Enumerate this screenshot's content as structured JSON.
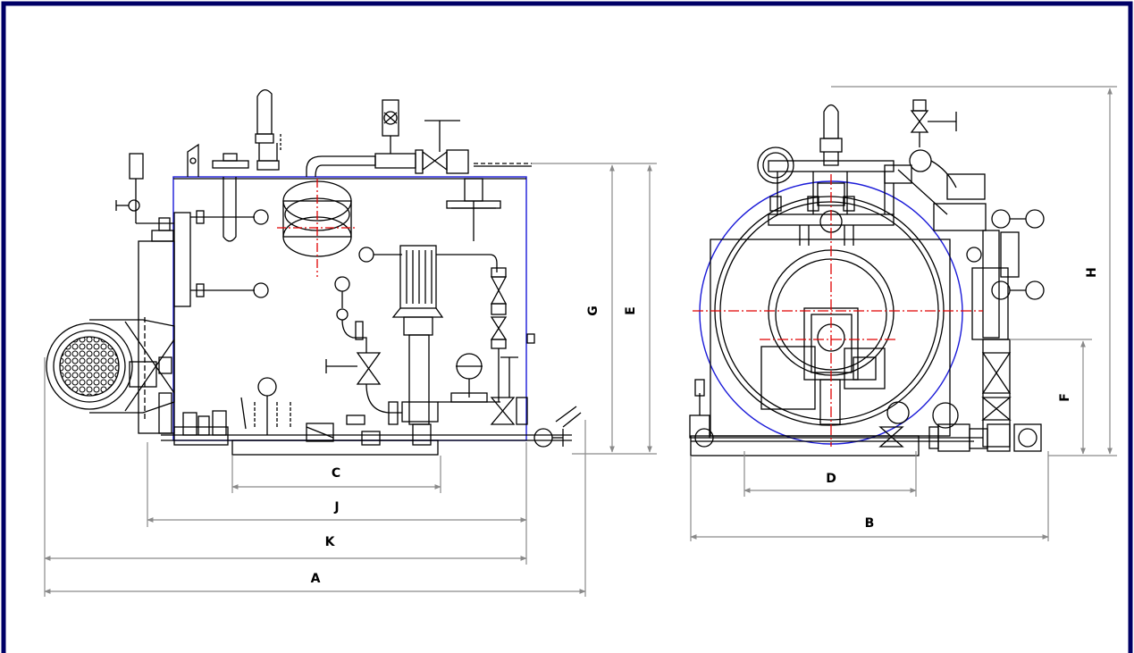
{
  "colors": {
    "frame": "#000066",
    "line": "#000000",
    "dimension": "#8a8a8a",
    "centerline": "#e00000",
    "outline": "#1a1ad8"
  },
  "views": {
    "side": {
      "name": "side-elevation"
    },
    "front": {
      "name": "front-elevation"
    }
  },
  "dimensions": {
    "A": "A",
    "B": "B",
    "C": "C",
    "D": "D",
    "E": "E",
    "F": "F",
    "G": "G",
    "H": "H",
    "J": "J",
    "K": "K"
  }
}
